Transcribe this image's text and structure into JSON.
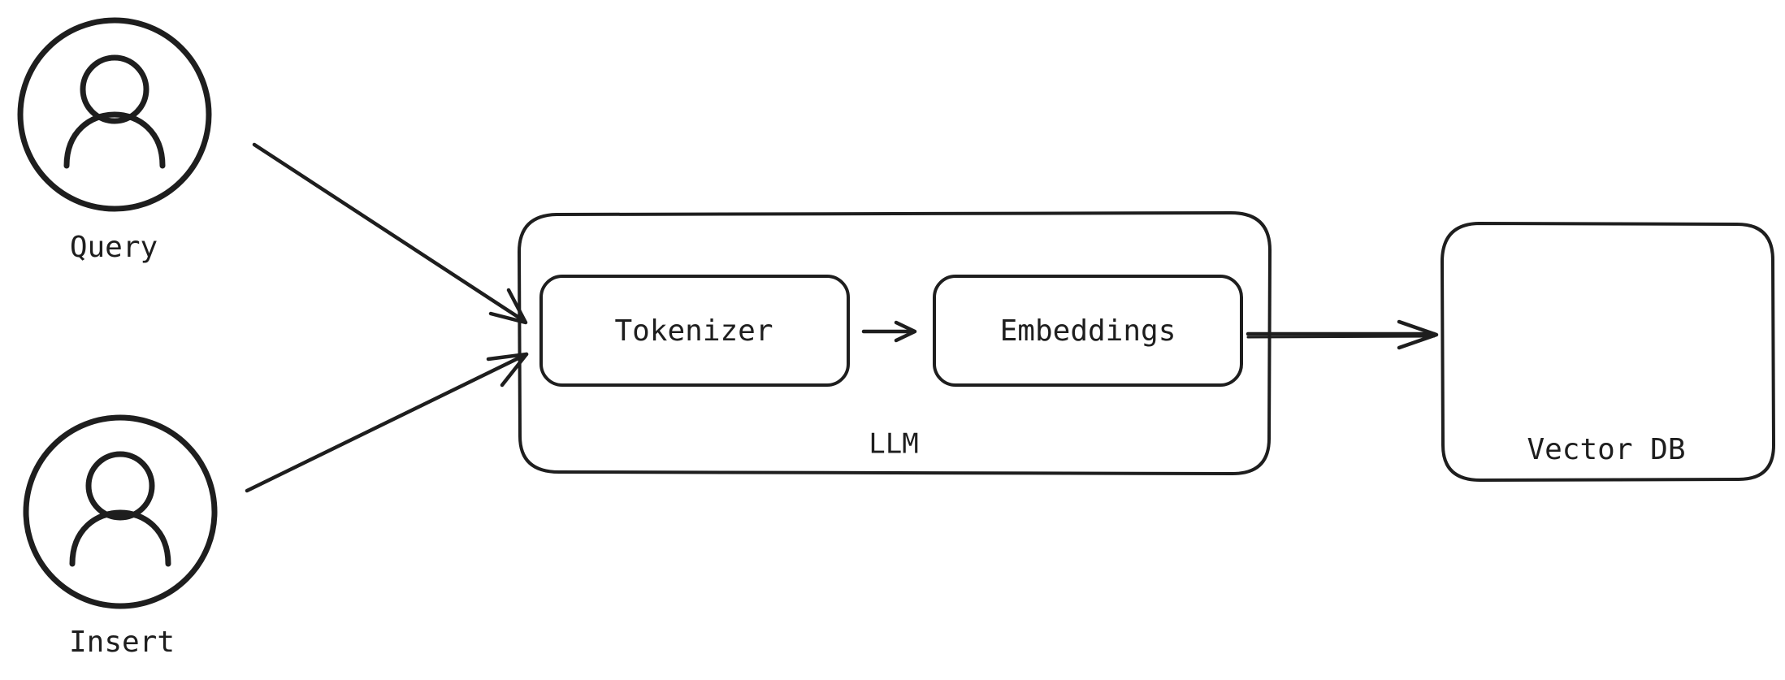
{
  "actors": {
    "query": {
      "label": "Query",
      "icon": "user-icon"
    },
    "insert": {
      "label": "Insert",
      "icon": "user-icon"
    }
  },
  "llm": {
    "label": "LLM",
    "fill_color": "#b2f2bb",
    "tokenizer": {
      "label": "Tokenizer"
    },
    "embeddings": {
      "label": "Embeddings"
    }
  },
  "vector_db": {
    "label": "Vector DB",
    "fill_color": "#a5d8ff"
  },
  "stroke_color": "#1e1e1e"
}
